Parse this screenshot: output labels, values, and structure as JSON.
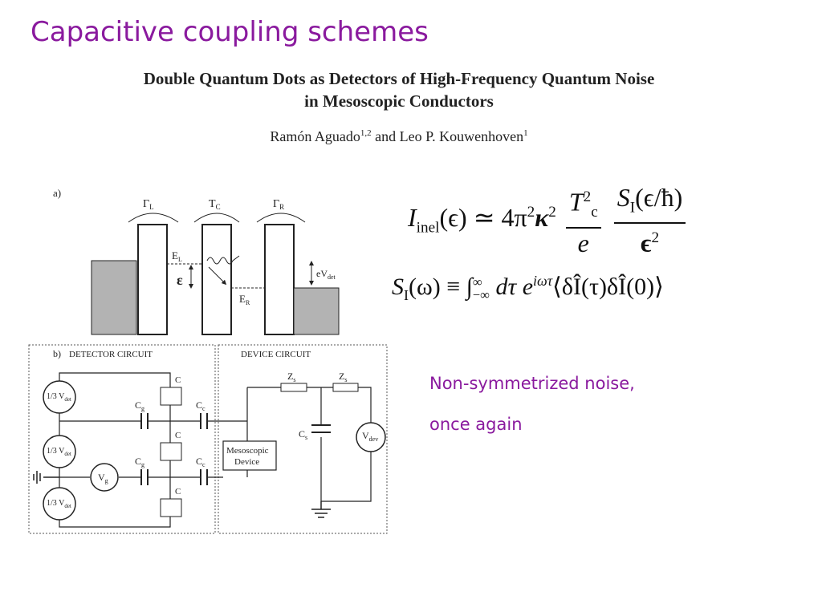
{
  "slide": {
    "title": "Capacitive coupling schemes"
  },
  "paper": {
    "title_line1": "Double Quantum Dots as Detectors of High-Frequency Quantum Noise",
    "title_line2": "in Mesoscopic Conductors",
    "author1": "Ramón Aguado",
    "author1_sup": "1,2",
    "and": "and",
    "author2": "Leo P. Kouwenhoven",
    "author2_sup": "1"
  },
  "figure": {
    "panel_a": "a)",
    "panel_b": "b)",
    "gamma_l": "Γ",
    "gamma_l_sub": "L",
    "tc": "T",
    "tc_sub": "C",
    "gamma_r": "Γ",
    "gamma_r_sub": "R",
    "el": "E",
    "el_sub": "L",
    "er": "E",
    "er_sub": "R",
    "epsilon": "ε",
    "evdet": "eV",
    "evdet_sub": "det",
    "detector_circuit": "DETECTOR CIRCUIT",
    "device_circuit": "DEVICE CIRCUIT",
    "v13det": "1/3 V",
    "det_sub": "det",
    "vg": "V",
    "vg_sub": "g",
    "cg": "C",
    "cg_sub": "g",
    "cc": "C",
    "cc_sub": "c",
    "c": "C",
    "zs": "Z",
    "zs_sub": "s",
    "cs": "C",
    "cs_sub": "s",
    "vdev": "V",
    "vdev_sub": "dev",
    "meso_line1": "Mesoscopic",
    "meso_line2": "Device"
  },
  "equations": {
    "eq1_lhs": "I",
    "eq1_lhs_sub": "inel",
    "eq1_arg": "(ϵ) ≃ 4π",
    "eq1_sq": "2",
    "eq1_kappa": "κ",
    "eq1_sq2": "2",
    "eq1_num1": "T",
    "eq1_num1_sup": "2",
    "eq1_num1_sub": "c",
    "eq1_den1": "e",
    "eq1_num2": "S",
    "eq1_num2_sub": "I",
    "eq1_num2_arg": "(ϵ/ħ)",
    "eq1_den2": "ϵ",
    "eq1_den2_sup": "2",
    "eq2_lhs": "S",
    "eq2_lhs_sub": "I",
    "eq2_arg": "(ω) ≡ ∫",
    "eq2_lim_up": "∞",
    "eq2_lim_low": "−∞",
    "eq2_body": "dτ e",
    "eq2_exp": "iωτ",
    "eq2_corr": "⟨δÎ(τ)δÎ(0)⟩"
  },
  "notes": {
    "line1": "Non-symmetrized noise,",
    "line2": "once again"
  }
}
